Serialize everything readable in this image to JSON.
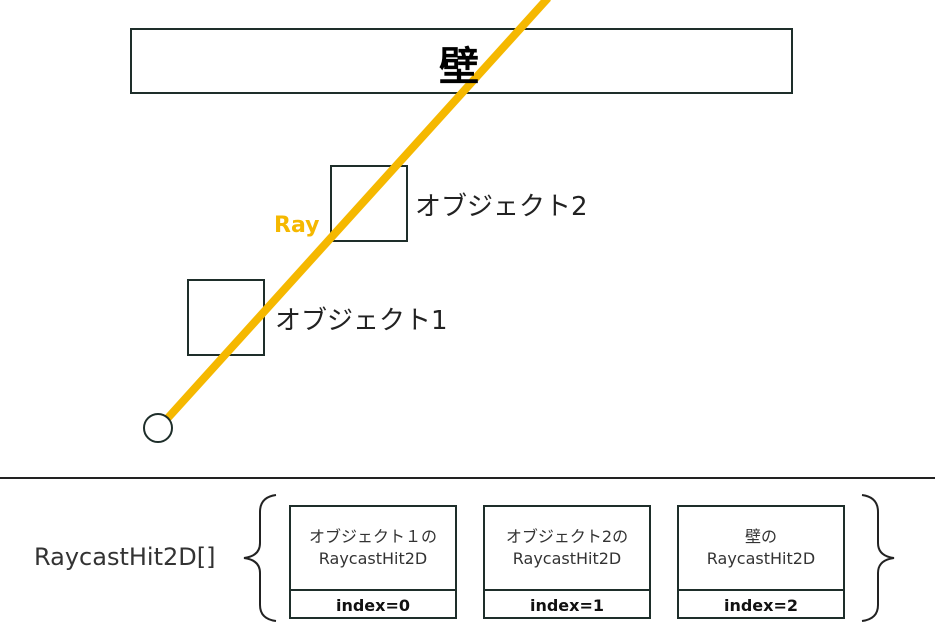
{
  "diagram": {
    "wall_label": "壁",
    "ray_label": "Ray",
    "object_labels": [
      "オブジェクト1",
      "オブジェクト2"
    ],
    "array_label": "RaycastHit2D[]",
    "hits": [
      {
        "line1": "オブジェクト１の",
        "line2": "RaycastHit2D",
        "index": "index=0"
      },
      {
        "line1": "オブジェクト2の",
        "line2": "RaycastHit2D",
        "index": "index=1"
      },
      {
        "line1": "壁の",
        "line2": "RaycastHit2D",
        "index": "index=2"
      }
    ]
  },
  "colors": {
    "ray": "#f5b800",
    "outline": "#1e2e2a",
    "divider": "#222222"
  }
}
